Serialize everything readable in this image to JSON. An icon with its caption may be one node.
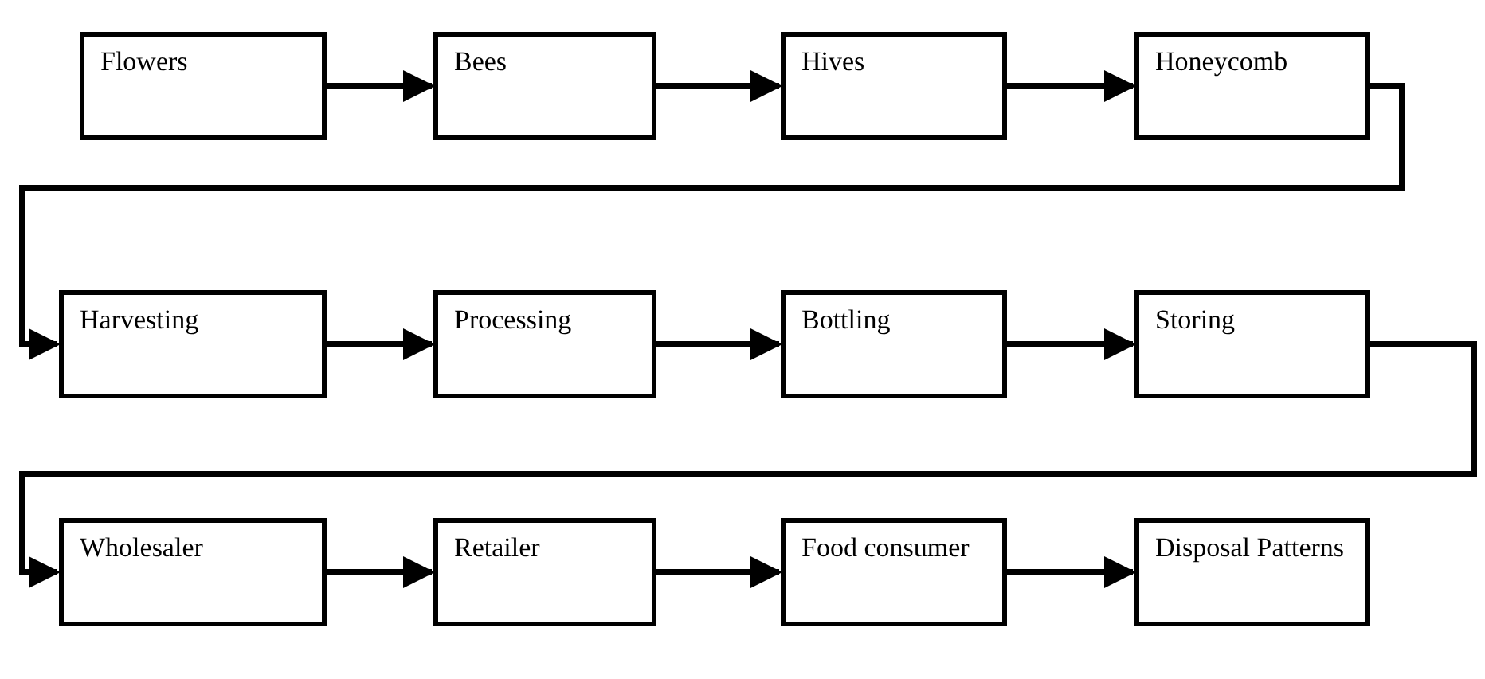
{
  "diagram": {
    "nodes": [
      {
        "text": [
          "Flowers"
        ]
      },
      {
        "text": [
          "Bees"
        ]
      },
      {
        "text": [
          "Hives"
        ]
      },
      {
        "text": [
          "Honeycomb"
        ]
      },
      {
        "text": [
          "Harvesting"
        ]
      },
      {
        "text": [
          "Processing"
        ]
      },
      {
        "text": [
          "Bottling"
        ]
      },
      {
        "text": [
          "Storing"
        ]
      },
      {
        "text": [
          "Wholesaler"
        ]
      },
      {
        "text": [
          "Retailer"
        ]
      },
      {
        "text": [
          "Food consumer"
        ]
      },
      {
        "text": [
          "Disposal Patterns"
        ]
      }
    ],
    "edges": [
      {
        "from": 0,
        "to": 1,
        "arrow": "to"
      },
      {
        "from": 1,
        "to": 2,
        "arrow": "to"
      },
      {
        "from": 2,
        "to": 3,
        "arrow": "to"
      },
      {
        "from": 3,
        "to": 4,
        "arrow": "to"
      },
      {
        "from": 4,
        "to": 5,
        "arrow": "to"
      },
      {
        "from": 5,
        "to": 6,
        "arrow": "to"
      },
      {
        "from": 6,
        "to": 7,
        "arrow": "to"
      },
      {
        "from": 7,
        "to": 8,
        "arrow": "to"
      },
      {
        "from": 8,
        "to": 9,
        "arrow": "to"
      },
      {
        "from": 9,
        "to": 10,
        "arrow": "to"
      },
      {
        "from": 10,
        "to": 11,
        "arrow": "to"
      }
    ]
  }
}
